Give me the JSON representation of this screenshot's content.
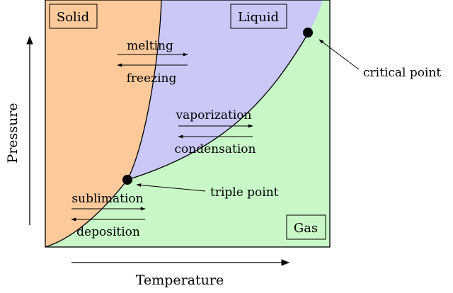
{
  "regions": {
    "solid": "Solid",
    "liquid": "Liquid",
    "gas": "Gas"
  },
  "transitions": {
    "melting": "melting",
    "freezing": "freezing",
    "vaporization": "vaporization",
    "condensation": "condensation",
    "sublimation": "sublimation",
    "deposition": "deposition"
  },
  "points": {
    "triple": "triple point",
    "critical": "critical point"
  },
  "axes": {
    "x": "Temperature",
    "y": "Pressure"
  },
  "colors": {
    "solid": "#fbc99a",
    "liquid": "#c9c8f6",
    "gas": "#c8f7c8",
    "stroke": "#000000"
  }
}
